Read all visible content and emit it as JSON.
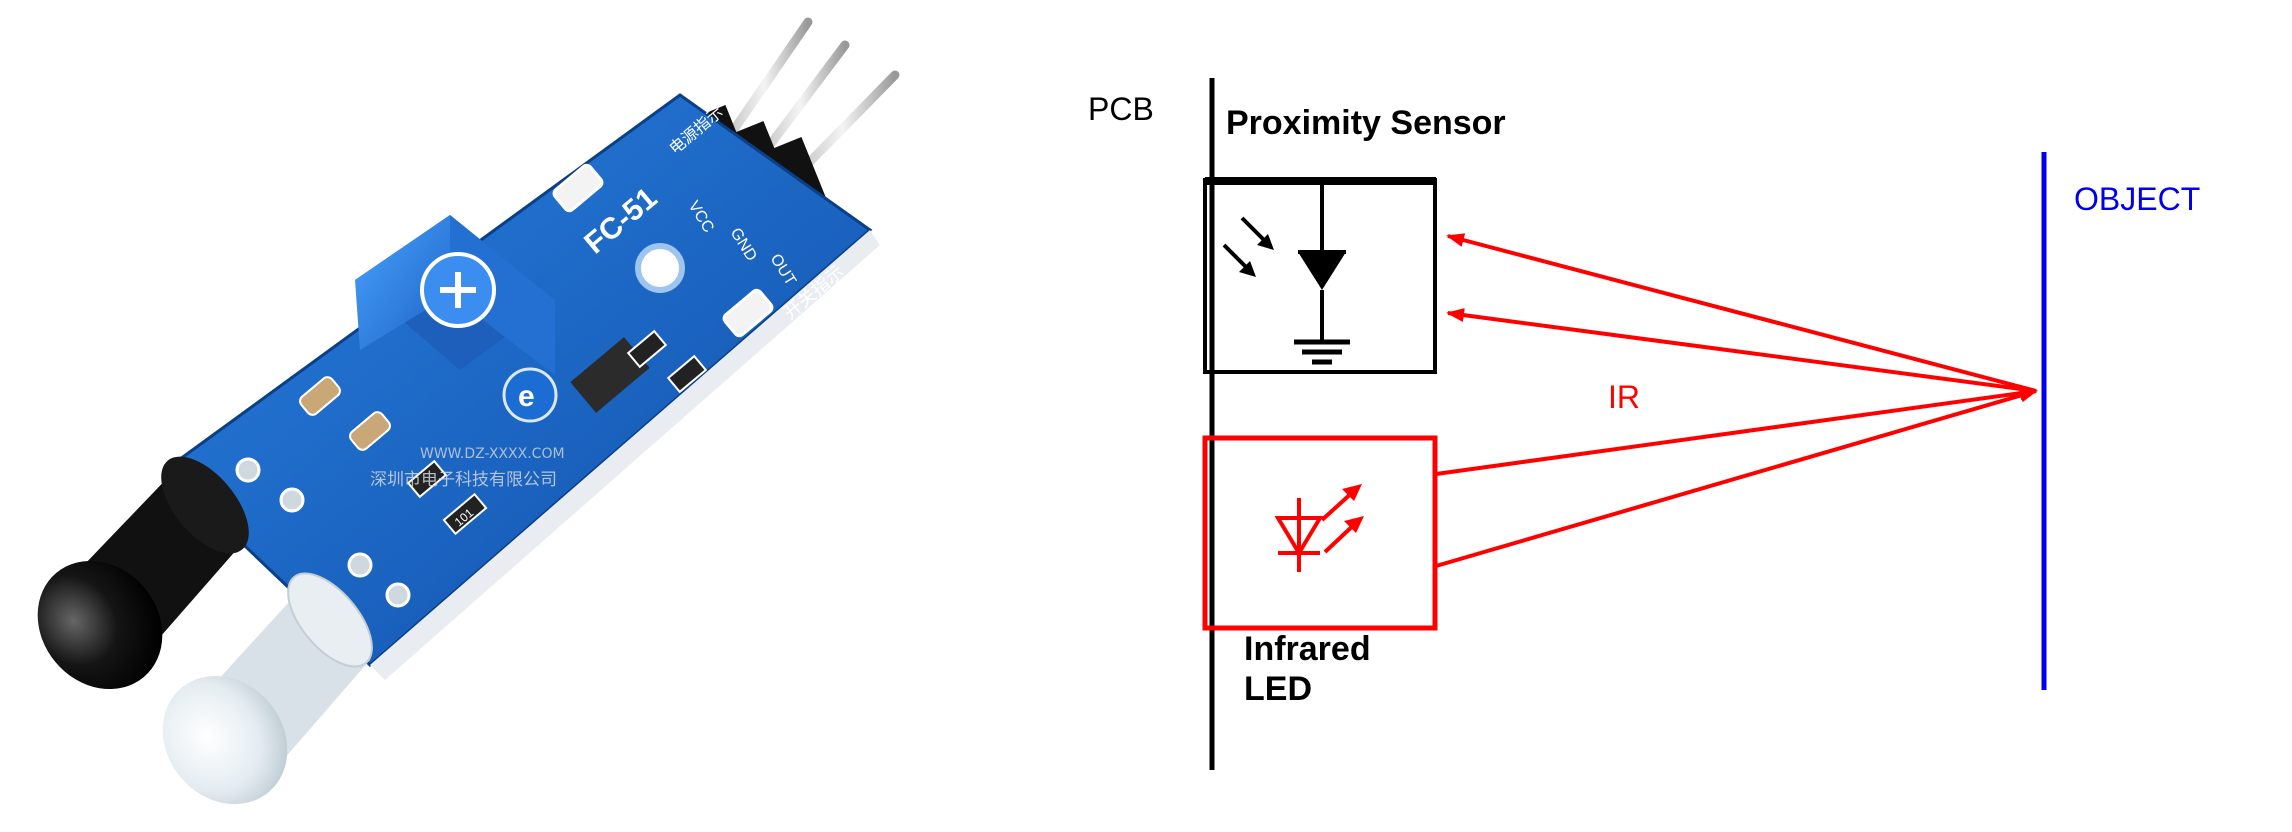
{
  "photo": {
    "board_silkscreen": [
      "FC-51",
      "OUT",
      "GND",
      "VCC",
      "开关指示",
      "电源指示"
    ],
    "watermark_text": [
      "深圳市电子科技有限公司",
      "WWW.DZ-XXXX.COM"
    ],
    "smd_code": "101"
  },
  "diagram": {
    "pcb_label": "PCB",
    "sensor_label": "Proximity Sensor",
    "ir_label": "IR",
    "led_label_line1": "Infrared",
    "led_label_line2": "LED",
    "object_label": "OBJECT"
  },
  "colors": {
    "black": "#000000",
    "ir_red": "#ff0000",
    "object_blue": "#0000ee",
    "board_blue": "#1565c8"
  }
}
